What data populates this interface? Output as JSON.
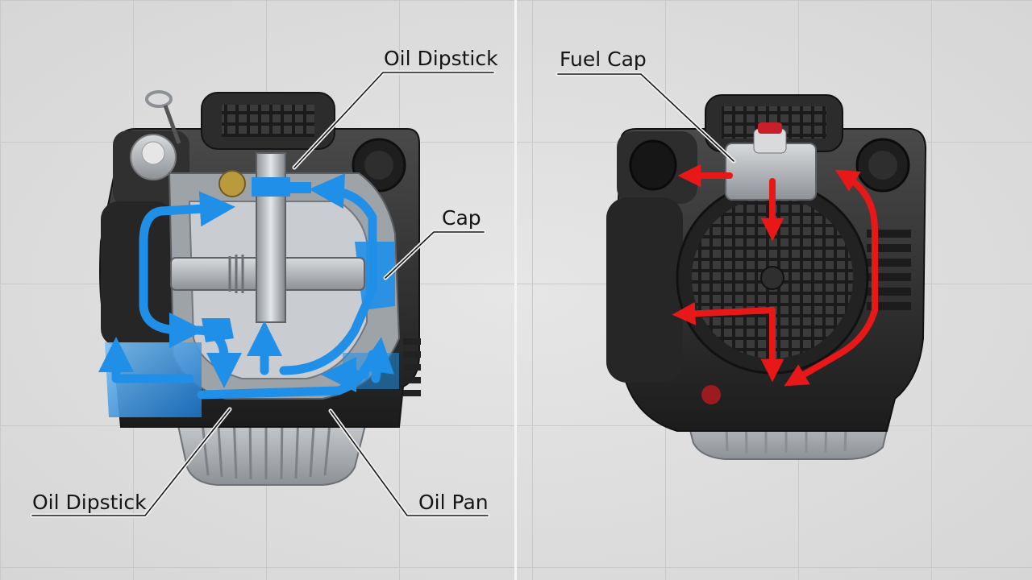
{
  "diagram": {
    "left_panel": {
      "flow_color": "#1f8fe8",
      "labels": {
        "top": "Oil Dipstick",
        "side": "Cap",
        "bottom_left": "Oil Dipstick",
        "bottom_right": "Oil Pan"
      }
    },
    "right_panel": {
      "flow_color": "#e81818",
      "labels": {
        "top": "Fuel Cap"
      }
    },
    "colors": {
      "engine_dark": "#2a2a2a",
      "engine_mid": "#3a3a3a",
      "metal": "#b8bcc0",
      "background": "#dcdcdc"
    }
  }
}
